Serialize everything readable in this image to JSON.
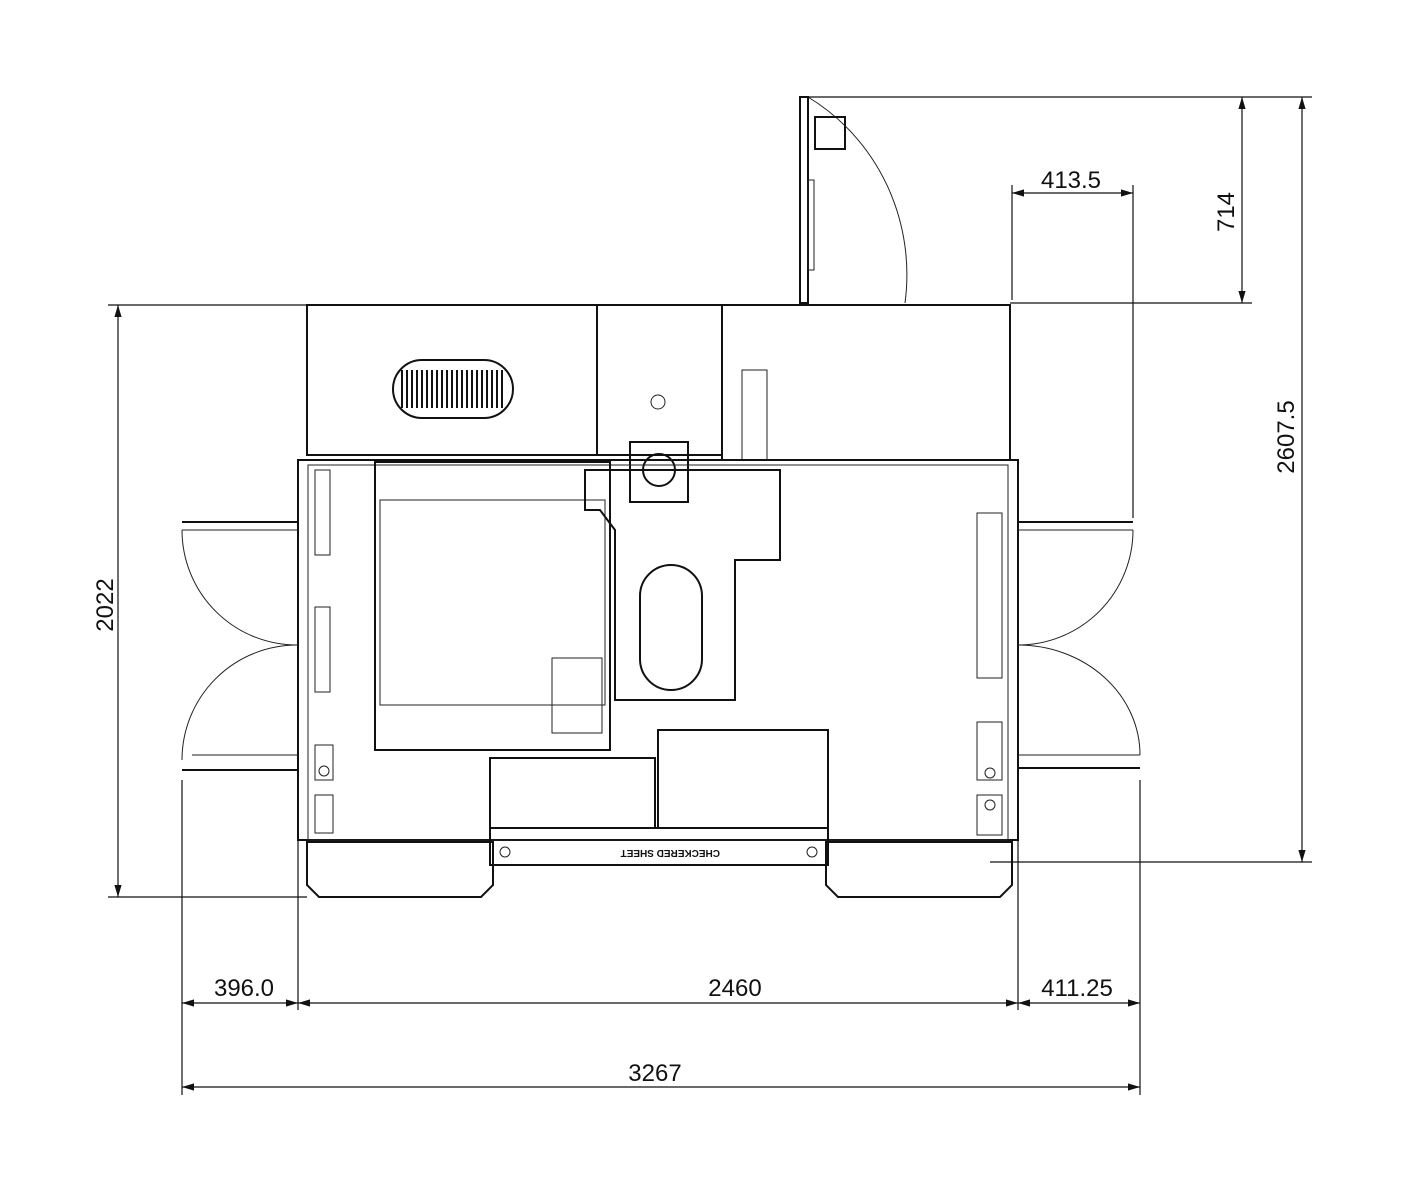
{
  "drawing": {
    "label_text": "CHECKERED SHEET",
    "dimensions": {
      "left_door_width": "396.0",
      "body_width": "2460",
      "right_door_width": "411.25",
      "overall_width": "3267",
      "body_depth": "2022",
      "overall_depth": "2607.5",
      "top_door_depth": "714",
      "top_door_offset": "413.5"
    }
  }
}
